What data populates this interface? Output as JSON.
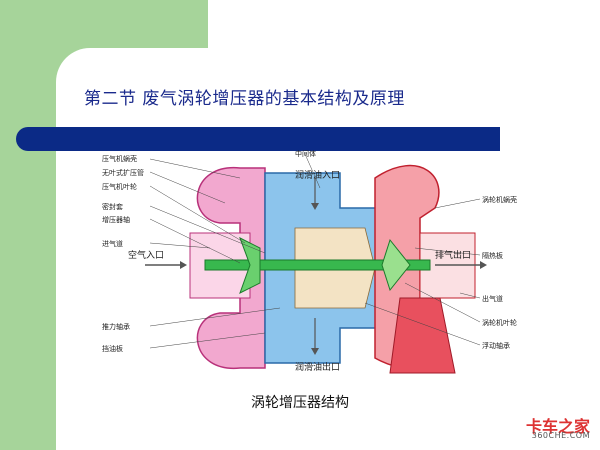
{
  "title": "第二节  废气涡轮增压器的基本结构及原理",
  "caption": "涡轮增压器结构",
  "watermark": {
    "brand": "卡车之家",
    "url": "360CHE.COM"
  },
  "labels_left": [
    "压气机蜗壳",
    "无叶式扩压管",
    "压气机叶轮",
    "密封套",
    "增压器轴",
    "进气道",
    "推力轴承",
    "挡油板"
  ],
  "labels_top": [
    "中间体"
  ],
  "labels_right": [
    "涡轮机蜗壳",
    "隔热板",
    "出气道",
    "涡轮机叶轮",
    "浮动轴承"
  ],
  "labels_inner": {
    "air_in": "空气入口",
    "oil_in": "润滑油入口",
    "oil_out": "润滑油出口",
    "exhaust_out": "排气出口"
  },
  "colors": {
    "background": "#a6d49a",
    "bar": "#0b2a86",
    "title": "#1a2a8c",
    "compressor": "#e85aa8",
    "turbine": "#e83a4a",
    "housing": "#4a9ad8",
    "shaft": "#2ab04a"
  }
}
